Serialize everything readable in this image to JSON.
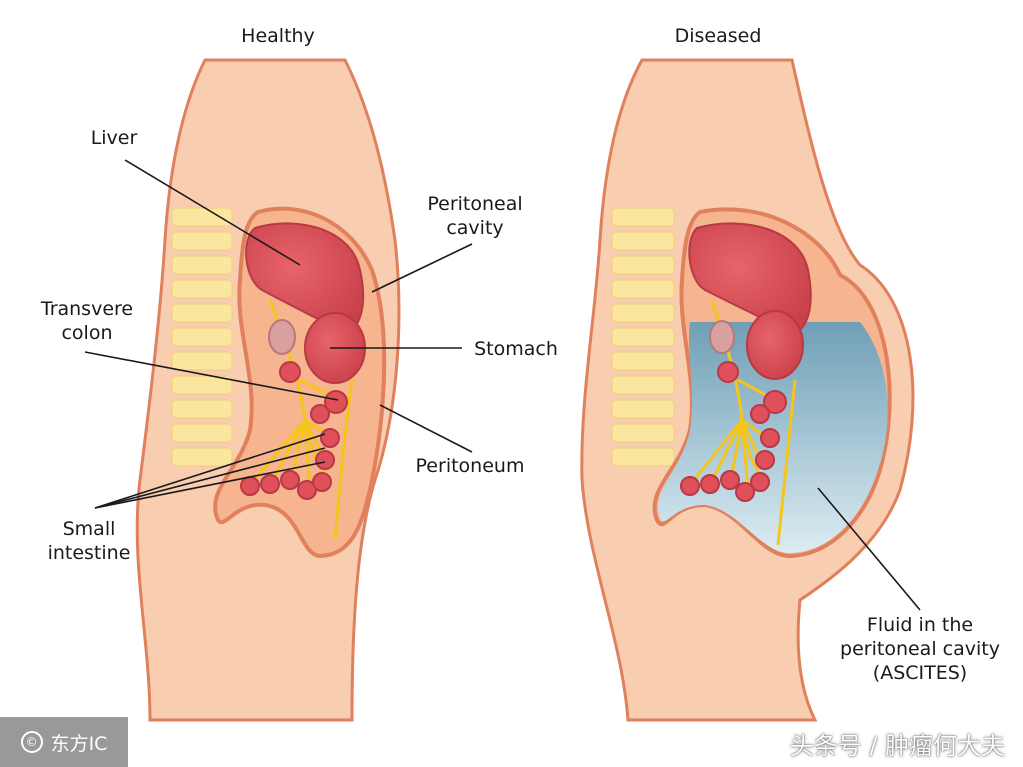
{
  "panels": {
    "healthy_title": "Healthy",
    "diseased_title": "Diseased"
  },
  "labels": {
    "liver": "Liver",
    "peritoneal_cavity": [
      "Peritoneal",
      "cavity"
    ],
    "transverse_colon": [
      "Transvere",
      "colon"
    ],
    "stomach": "Stomach",
    "peritoneum": "Peritoneum",
    "small_intestine": [
      "Small",
      "intestine"
    ],
    "fluid": [
      "Fluid in the",
      "peritoneal cavity",
      "(ASCITES)"
    ]
  },
  "watermarks": {
    "left_icon": "©",
    "left_text": "东方IC",
    "right_text": "头条号 / 肿瘤何大夫"
  },
  "colors": {
    "skin": "#f8cdb0",
    "skin_outline": "#e0805c",
    "organ_red": "#e0505a",
    "nerve_yellow": "#f5c518",
    "fluid_blue": "#aecbd8",
    "spine_yellow": "#fbe6a0"
  }
}
